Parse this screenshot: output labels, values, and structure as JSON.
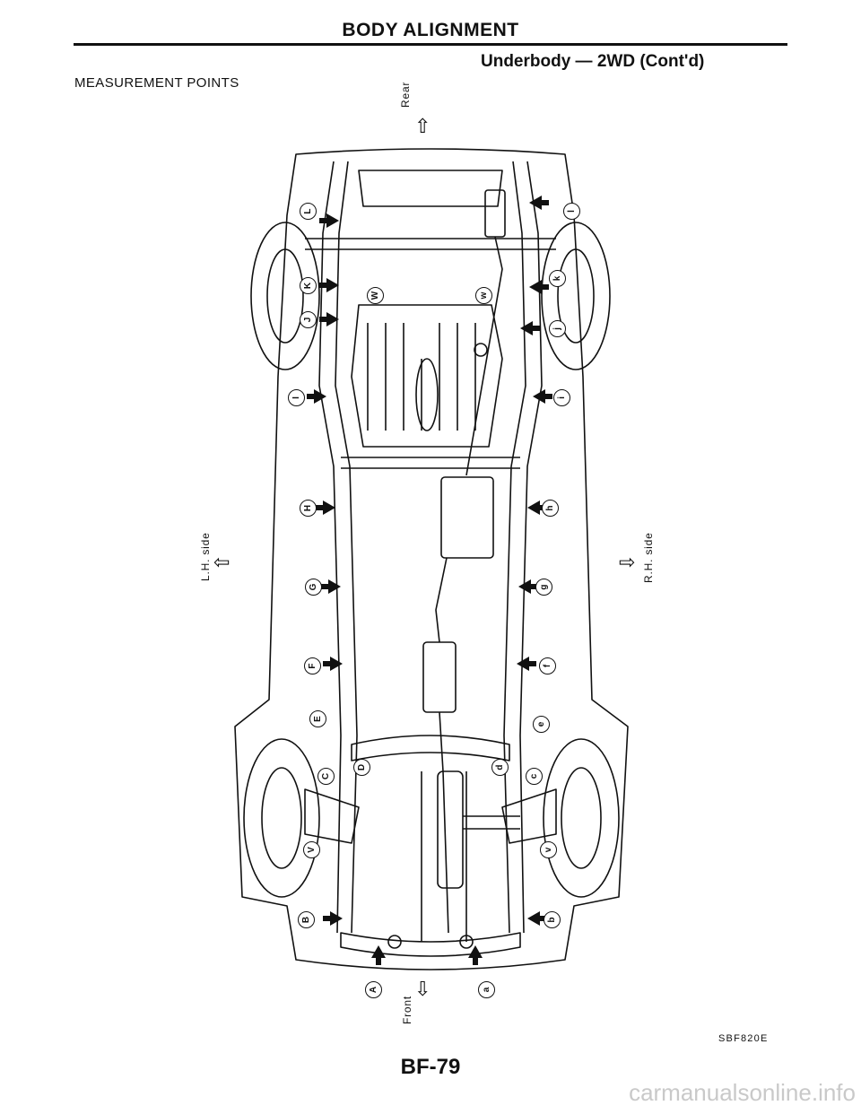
{
  "header": {
    "title": "BODY ALIGNMENT",
    "subtitle": "Underbody — 2WD (Cont'd)",
    "section": "MEASUREMENT POINTS"
  },
  "directions": {
    "rear": "Rear",
    "front": "Front",
    "lh_side": "L.H. side",
    "rh_side": "R.H. side"
  },
  "left_points": [
    "A",
    "B",
    "C",
    "D",
    "E",
    "F",
    "G",
    "H",
    "I",
    "J",
    "K",
    "L",
    "V",
    "W"
  ],
  "right_points": [
    "a",
    "b",
    "c",
    "d",
    "e",
    "f",
    "g",
    "h",
    "i",
    "j",
    "k",
    "l",
    "v",
    "w"
  ],
  "figure_code": "SBF820E",
  "page_number": "BF-79",
  "watermark": "carmanualsonline.info"
}
